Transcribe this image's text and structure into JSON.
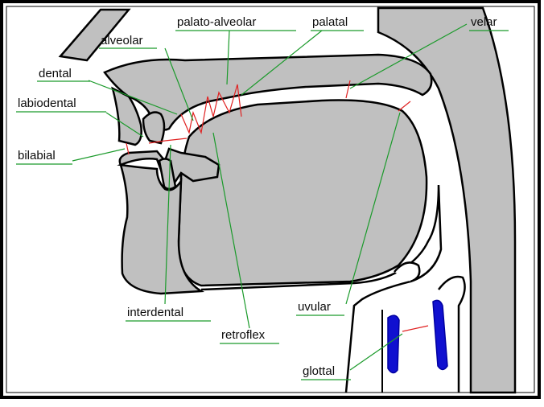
{
  "labels": {
    "alveolar": "alveolar",
    "palato_alveolar": "palato-alveolar",
    "palatal": "palatal",
    "velar": "velar",
    "dental": "dental",
    "labiodental": "labiodental",
    "bilabial": "bilabial",
    "interdental": "interdental",
    "retroflex": "retroflex",
    "uvular": "uvular",
    "glottal": "glottal"
  },
  "colors": {
    "tissue": "#c0c0c0",
    "outline": "#000000",
    "leader": "#1a9a2a",
    "articulation": "#e02020",
    "vocal_folds": "#1010d0"
  }
}
